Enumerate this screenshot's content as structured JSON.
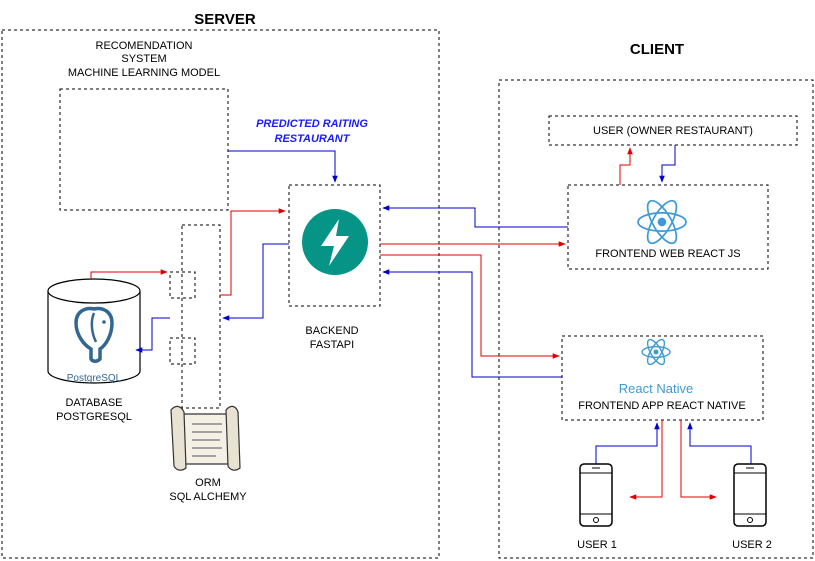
{
  "server": {
    "title": "SERVER",
    "ml": {
      "line1": "RECOMENDATION",
      "line2": "SYSTEM",
      "line3": "MACHINE LEARNING MODEL"
    },
    "predicted": {
      "line1": "PREDICTED RAITING",
      "line2": "RESTAURANT"
    },
    "database": {
      "line1": "DATABASE",
      "line2": "POSTGRESQL",
      "logo_text": "PostgreSQL"
    },
    "orm": {
      "line1": "ORM",
      "line2": "SQL ALCHEMY"
    },
    "backend": {
      "line1": "BACKEND",
      "line2": "FASTAPI"
    }
  },
  "client": {
    "title": "CLIENT",
    "owner": "USER (OWNER RESTAURANT)",
    "web": "FRONTEND WEB REACT JS",
    "app_logo": "React Native",
    "app": "FRONTEND APP REACT NATIVE",
    "user1": "USER 1",
    "user2": "USER 2"
  },
  "colors": {
    "request_arrow": "#e00000",
    "response_arrow": "#0000c8",
    "fastapi": "#059485",
    "react": "#3d9ad6",
    "postgres": "#336791"
  },
  "icons": [
    "fastapi-icon",
    "react-icon",
    "postgresql-icon",
    "scroll-icon",
    "smartphone-icon"
  ]
}
